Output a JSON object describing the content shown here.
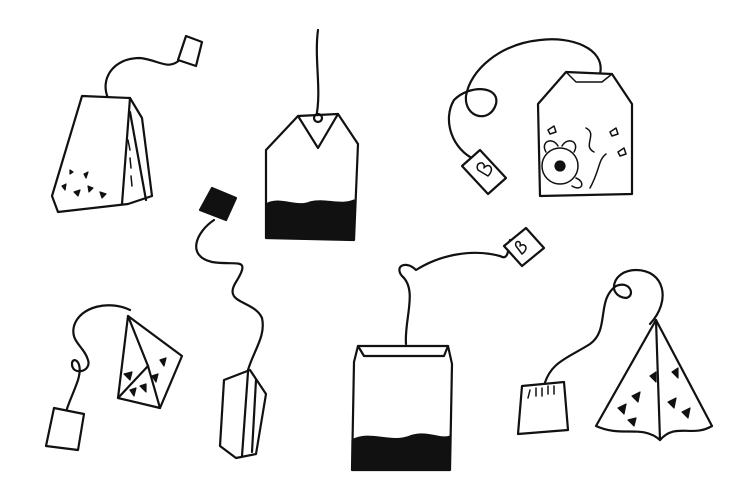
{
  "scene": {
    "description_free": true,
    "background_color": "#ffffff",
    "ink_color": "#111111",
    "items": [
      {
        "name": "tea-bag-rectangular-folded",
        "icon": "tea-bag-icon"
      },
      {
        "name": "tea-bag-with-leaves",
        "icon": "tea-bag-icon"
      },
      {
        "name": "tea-bag-floral",
        "icon": "tea-bag-icon"
      },
      {
        "name": "tea-bag-pyramid-small",
        "icon": "tea-bag-icon"
      },
      {
        "name": "tea-bag-side-view",
        "icon": "tea-bag-icon"
      },
      {
        "name": "tea-bag-square",
        "icon": "tea-bag-icon"
      },
      {
        "name": "tea-bag-pyramid-large",
        "icon": "tea-bag-icon"
      }
    ]
  }
}
